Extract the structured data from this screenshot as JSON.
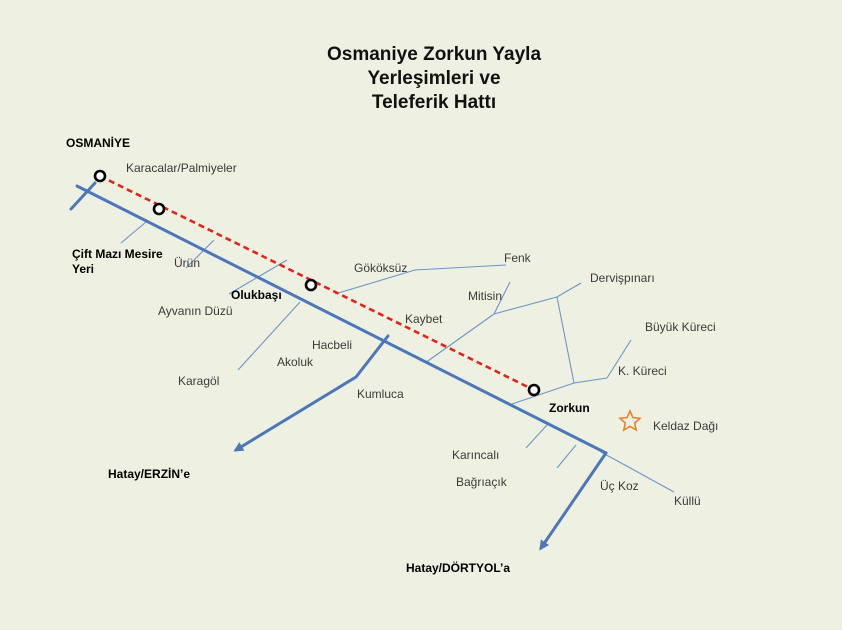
{
  "title": {
    "line1": "Osmaniye Zorkun Yayla",
    "line2": "Yerleşimleri ve",
    "line3": "Teleferik Hattı"
  },
  "places": {
    "osmaniye": "OSMANİYE",
    "karacalar": "Karacalar/Palmiyeler",
    "cift_mazi_1": "Çift Mazı Mesire",
    "cift_mazi_2": "Yeri",
    "urun": "Ürün",
    "ayvanin_duzu": "Ayvanın Düzü",
    "olukbasi": "Olukbaşı",
    "karagol": "Karagöl",
    "gokoksuz": "Gököksüz",
    "fenk": "Fenk",
    "dervispinari": "Dervişpınarı",
    "mitisin": "Mitisin",
    "kaybet": "Kaybet",
    "hacbeli": "Hacbeli",
    "akoluk": "Akoluk",
    "kumluca": "Kumluca",
    "buyuk_kureci": "Büyük Küreci",
    "k_kureci": "K. Küreci",
    "zorkun": "Zorkun",
    "keldaz_dagi": "Keldaz Dağı",
    "karincali": "Karıncalı",
    "bagriacik": "Bağrıaçık",
    "uc_koz": "Üç Koz",
    "kullu": "Küllü",
    "hatay_erzin": "Hatay/ERZİN’e",
    "hatay_dortyol": "Hatay/DÖRTYOL’a"
  },
  "colors": {
    "background": "#eef1e1",
    "road": "#4a78b8",
    "cable_line": "#e0261b",
    "peak_star": "#e8822a"
  },
  "icons": {
    "station": "cable-car-station-icon",
    "peak": "mountain-peak-star-icon",
    "direction": "direction-arrow-icon"
  }
}
